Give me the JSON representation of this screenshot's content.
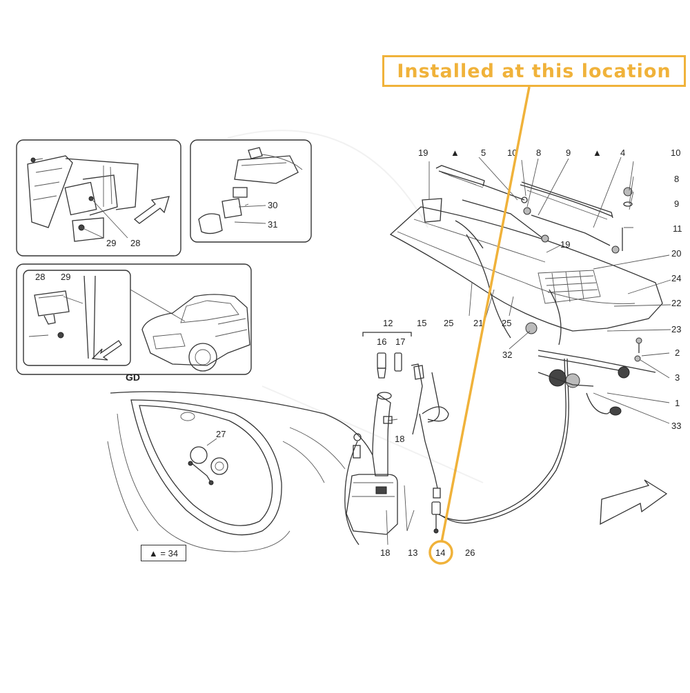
{
  "callout": {
    "text": "Installed at this location"
  },
  "detail": {
    "gd_label": "GD"
  },
  "legend": {
    "symbol": "▲",
    "text": "= 34"
  },
  "labels": {
    "n1": "1",
    "n2": "2",
    "n3": "3",
    "n4": "4",
    "n5": "5",
    "n8a": "8",
    "n8b": "8",
    "n9a": "9",
    "n9b": "9",
    "n10a": "10",
    "n10b": "10",
    "n11": "11",
    "n12": "12",
    "n13": "13",
    "n14": "14",
    "n15": "15",
    "n16": "16",
    "n17": "17",
    "n18a": "18",
    "n18b": "18",
    "n19a": "19",
    "n19b": "19",
    "n20": "20",
    "n21": "21",
    "n22": "22",
    "n23": "23",
    "n24": "24",
    "n25a": "25",
    "n25b": "25",
    "n26": "26",
    "n27": "27",
    "n28a": "28",
    "n28b": "28",
    "n29a": "29",
    "n29b": "29",
    "n30": "30",
    "n31": "31",
    "n32": "32",
    "n33": "33",
    "tri1": "▲",
    "tri2": "▲"
  },
  "colors": {
    "highlight": "#f0b23a",
    "line": "#333333"
  }
}
